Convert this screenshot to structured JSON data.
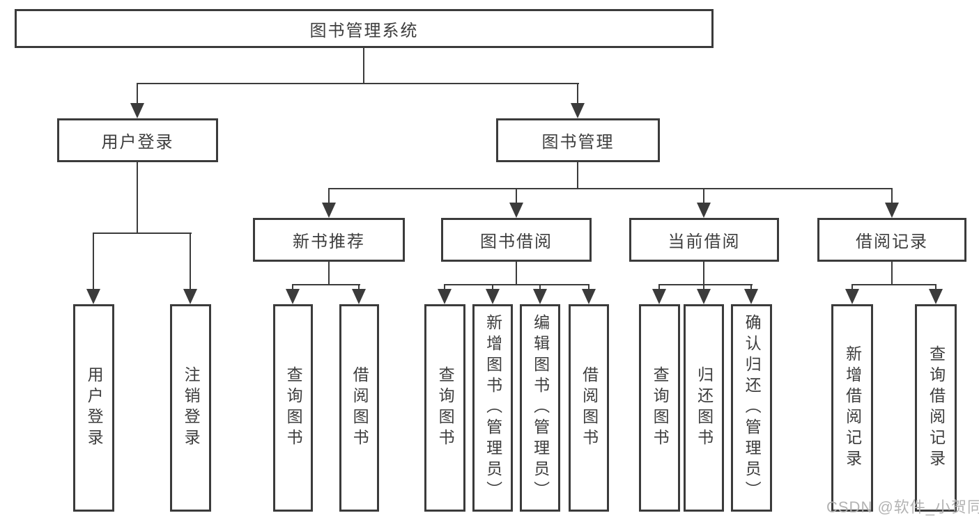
{
  "colors": {
    "line": "#3b3b3b",
    "box_border": "#3b3b3b",
    "text": "#3d3d3d",
    "watermark": "#afafaf",
    "background": "#ffffff"
  },
  "watermark": {
    "text": "CSDN @软件_小贺同学"
  },
  "nodes": {
    "root": {
      "label": "图书管理系统"
    },
    "userLogin": {
      "label": "用户登录"
    },
    "bookMgmt": {
      "label": "图书管理"
    },
    "newBookRec": {
      "label": "新书推荐"
    },
    "bookBorrow": {
      "label": "图书借阅"
    },
    "currentBorrow": {
      "label": "当前借阅"
    },
    "borrowRecord": {
      "label": "借阅记录"
    },
    "leafUserLogin": {
      "label": "用户登录"
    },
    "leafLogout": {
      "label": "注销登录"
    },
    "recQuery": {
      "label": "查询图书"
    },
    "recBorrow": {
      "label": "借阅图书"
    },
    "bbQuery": {
      "label": "查询图书"
    },
    "bbAdd": {
      "label": "新增图书（管理员）"
    },
    "bbEdit": {
      "label": "编辑图书（管理员）"
    },
    "bbBorrow": {
      "label": "借阅图书"
    },
    "cbQuery": {
      "label": "查询图书"
    },
    "cbReturn": {
      "label": "归还图书"
    },
    "cbConfirm": {
      "label": "确认归还（管理员）"
    },
    "brAdd": {
      "label": "新增借阅记录"
    },
    "brQuery": {
      "label": "查询借阅记录"
    }
  },
  "tree": {
    "label": "图书管理系统",
    "children": [
      {
        "label": "用户登录",
        "children": [
          "用户登录",
          "注销登录"
        ]
      },
      {
        "label": "图书管理",
        "children": [
          {
            "label": "新书推荐",
            "children": [
              "查询图书",
              "借阅图书"
            ]
          },
          {
            "label": "图书借阅",
            "children": [
              "查询图书",
              "新增图书（管理员）",
              "编辑图书（管理员）",
              "借阅图书"
            ]
          },
          {
            "label": "当前借阅",
            "children": [
              "查询图书",
              "归还图书",
              "确认归还（管理员）"
            ]
          },
          {
            "label": "借阅记录",
            "children": [
              "新增借阅记录",
              "查询借阅记录"
            ]
          }
        ]
      }
    ]
  }
}
